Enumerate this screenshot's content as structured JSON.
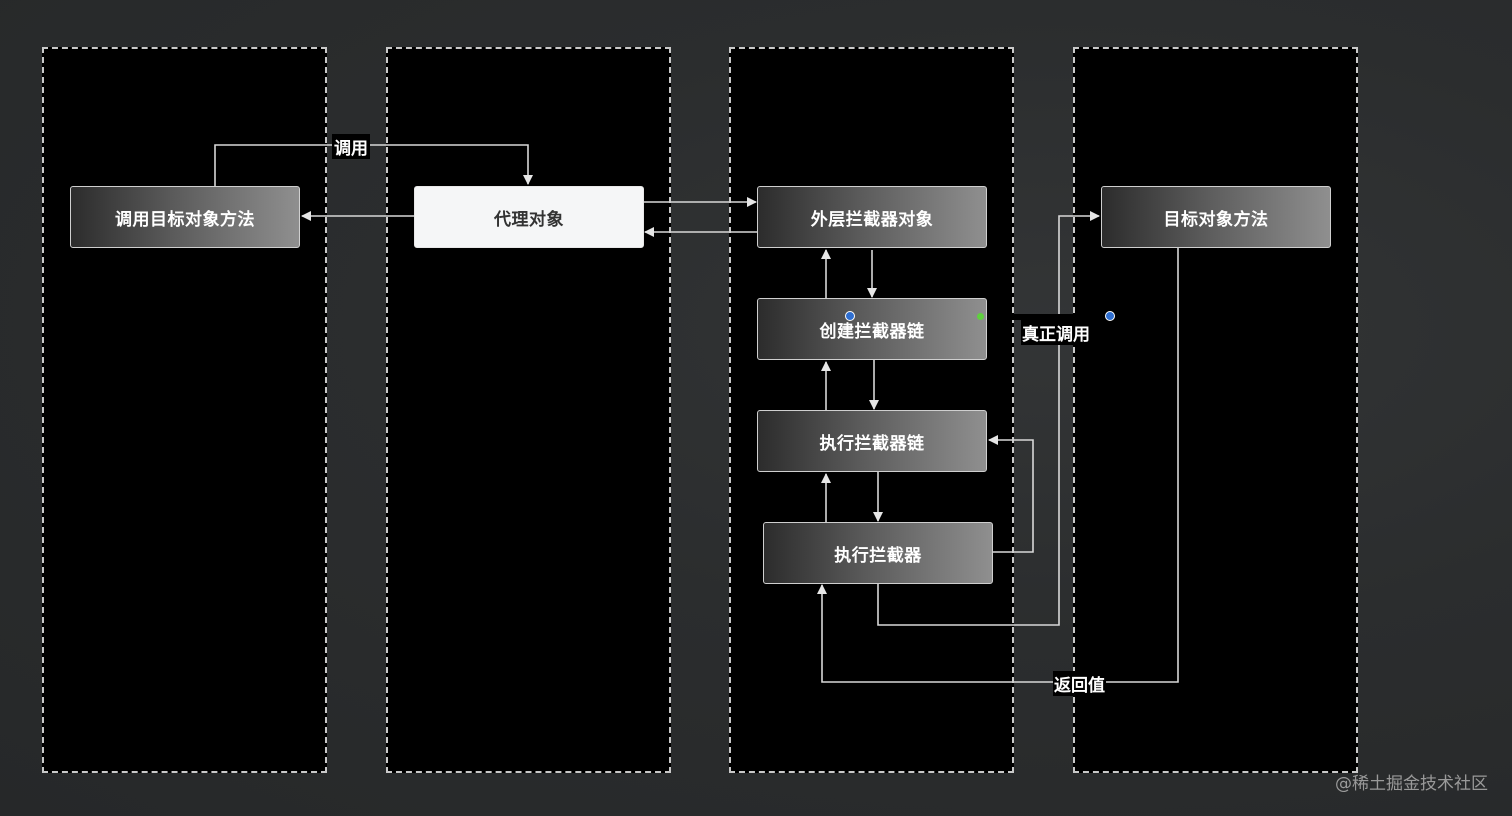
{
  "nodes": {
    "call_target_method": "调用目标对象方法",
    "proxy_object": "代理对象",
    "outer_interceptor": "外层拦截器对象",
    "create_chain": "创建拦截器链",
    "execute_chain": "执行拦截器链",
    "execute_interceptor": "执行拦截器",
    "target_method": "目标对象方法"
  },
  "edge_labels": {
    "invoke": "调用",
    "real_invoke": "真正调用",
    "return_value": "返回值"
  },
  "watermark": "@稀土掘金技术社区",
  "colors": {
    "background": "#2b2d2e",
    "lane": "#000000",
    "connector": "#d8d8d8",
    "handle": "#2f6fd1",
    "handle_mid": "#5fd13e"
  }
}
